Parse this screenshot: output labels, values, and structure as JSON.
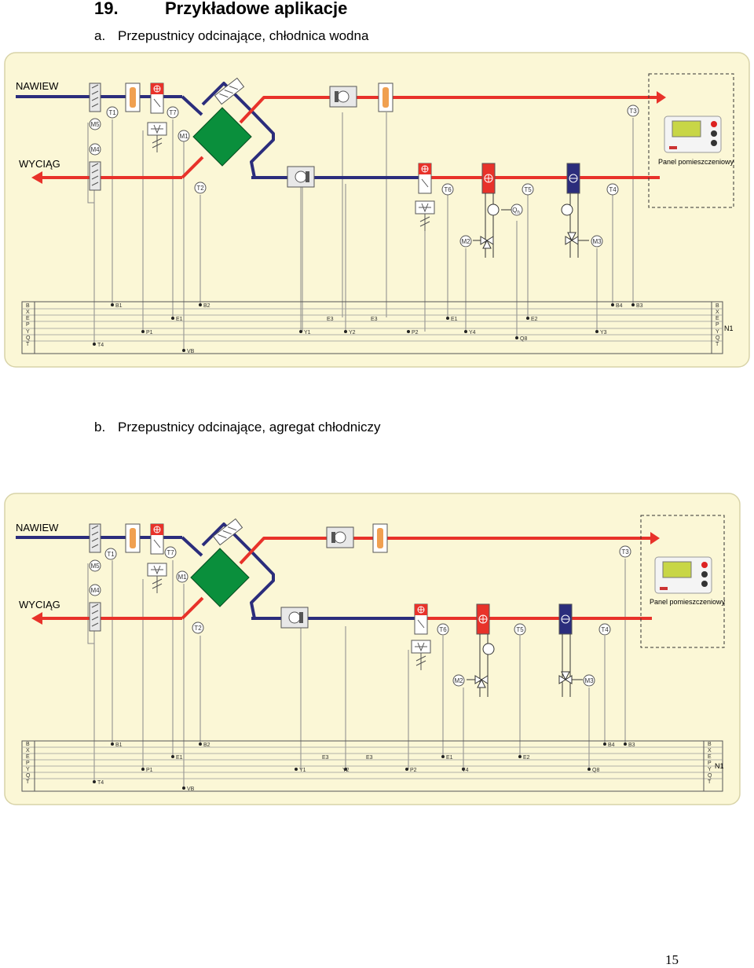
{
  "section": {
    "number": "19.",
    "title": "Przykładowe aplikacje"
  },
  "diagrams": [
    {
      "letter": "a.",
      "title": "Przepustnicy odcinające, chłodnica wodna",
      "labels": {
        "supply": "NAWIEW",
        "exhaust": "WYCIĄG",
        "panel": "Panel pomieszczeniowy",
        "qh": "Q",
        "qh_sub": "h",
        "n1": "N1"
      },
      "components": [
        "T1",
        "T7",
        "M5",
        "M4",
        "M1",
        "T2",
        "T6",
        "T5",
        "T4",
        "T3",
        "M2",
        "M3"
      ],
      "rows": [
        "B",
        "X",
        "E",
        "P",
        "Y",
        "Q",
        "T"
      ],
      "terminals": [
        "B1",
        "B2",
        "B4",
        "B3",
        "E1",
        "E3",
        "E3",
        "E1",
        "E2",
        "P1",
        "Y1",
        "Y2",
        "P2",
        "Y4",
        "Y3",
        "Q8",
        "T4",
        "VB"
      ]
    },
    {
      "letter": "b.",
      "title": "Przepustnicy odcinające, agregat chłodniczy",
      "labels": {
        "supply": "NAWIEW",
        "exhaust": "WYCIĄG",
        "panel": "Panel pomieszczeniowy",
        "n1": "N1"
      },
      "components": [
        "T1",
        "T7",
        "M5",
        "M4",
        "M1",
        "T2",
        "T6",
        "T5",
        "T4",
        "T3",
        "M2",
        "M3"
      ],
      "rows": [
        "B",
        "X",
        "E",
        "P",
        "Y",
        "Q",
        "T"
      ],
      "terminals": [
        "B1",
        "B2",
        "B4",
        "B3",
        "E1",
        "E3",
        "E3",
        "E1",
        "E2",
        "P1",
        "Y1",
        "Y2",
        "P2",
        "Y4",
        "Q8",
        "T4",
        "VB"
      ]
    }
  ],
  "page_number": "15",
  "colors": {
    "supply_duct": "#e8322a",
    "exhaust_duct": "#2b2d7c",
    "exchanger": "#0a8f3c",
    "panel_bg": "#fbf7d6",
    "damper": "#f0a050"
  }
}
